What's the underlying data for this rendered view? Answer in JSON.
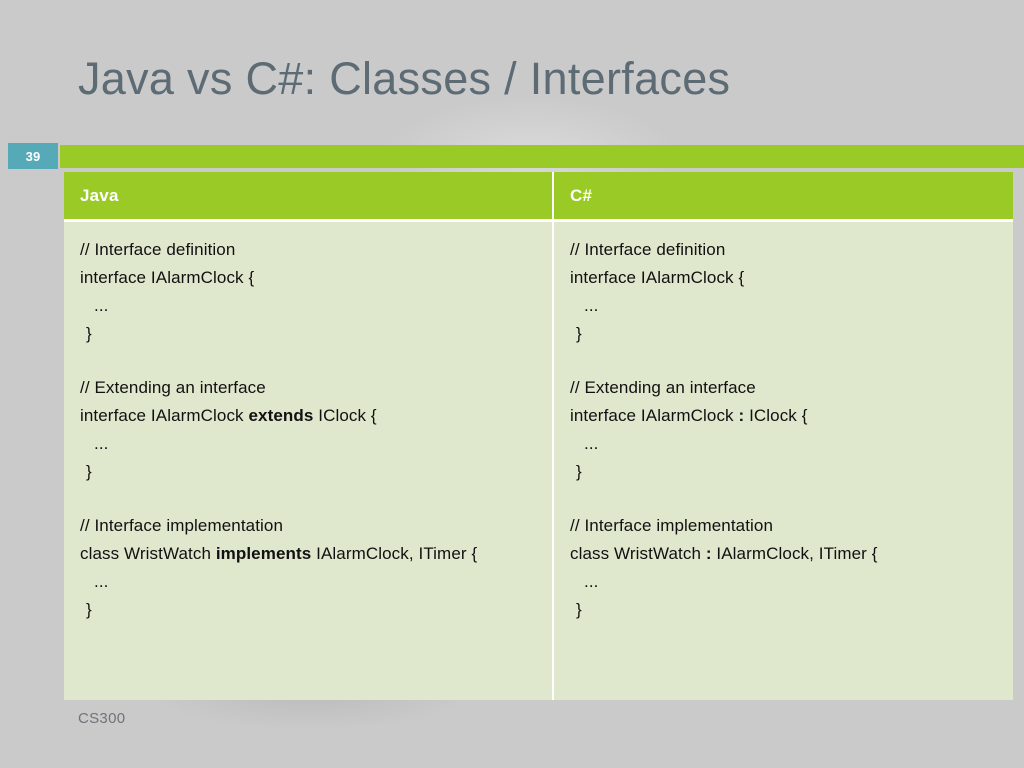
{
  "slide": {
    "title": "Java vs C#: Classes / Interfaces",
    "number": "39",
    "footer": "CS300",
    "colors": {
      "background": "#cacaca",
      "accent_green": "#9aca25",
      "cell_green": "#dfe7cc",
      "badge_teal": "#56aab8",
      "title_text": "#5d6b74",
      "footer_text": "#6f7378"
    }
  },
  "table": {
    "columns": [
      {
        "header": "Java",
        "blocks": [
          {
            "lines": [
              {
                "text": "// Interface definition",
                "style": "plain"
              },
              {
                "text": "interface IAlarmClock {",
                "style": "plain"
              },
              {
                "text": "...",
                "style": "indent"
              },
              {
                "text": "}",
                "style": "brace"
              }
            ]
          },
          {
            "lines": [
              {
                "text": "// Extending an interface",
                "style": "plain"
              },
              {
                "pre": "interface IAlarmClock ",
                "bold": "extends",
                "post": " IClock {",
                "style": "kw"
              },
              {
                "text": "...",
                "style": "indent"
              },
              {
                "text": "}",
                "style": "brace"
              }
            ]
          },
          {
            "lines": [
              {
                "text": "// Interface implementation",
                "style": "plain"
              },
              {
                "pre": "class WristWatch ",
                "bold": "implements",
                "post": " IAlarmClock, ITimer {",
                "style": "kw"
              },
              {
                "text": "...",
                "style": "indent"
              },
              {
                "text": "}",
                "style": "brace"
              }
            ]
          }
        ]
      },
      {
        "header": "C#",
        "blocks": [
          {
            "lines": [
              {
                "text": "// Interface definition",
                "style": "plain"
              },
              {
                "text": "interface IAlarmClock {",
                "style": "plain"
              },
              {
                "text": "...",
                "style": "indent"
              },
              {
                "text": "}",
                "style": "brace"
              }
            ]
          },
          {
            "lines": [
              {
                "text": "// Extending an interface",
                "style": "plain"
              },
              {
                "pre": "interface IAlarmClock ",
                "bold": ":",
                "post": " IClock {",
                "style": "kw"
              },
              {
                "text": "...",
                "style": "indent"
              },
              {
                "text": "}",
                "style": "brace"
              }
            ]
          },
          {
            "lines": [
              {
                "text": "// Interface implementation",
                "style": "plain"
              },
              {
                "pre": "class WristWatch ",
                "bold": ":",
                "post": " IAlarmClock, ITimer {",
                "style": "kw"
              },
              {
                "text": "...",
                "style": "indent"
              },
              {
                "text": "}",
                "style": "brace"
              }
            ]
          }
        ]
      }
    ]
  }
}
